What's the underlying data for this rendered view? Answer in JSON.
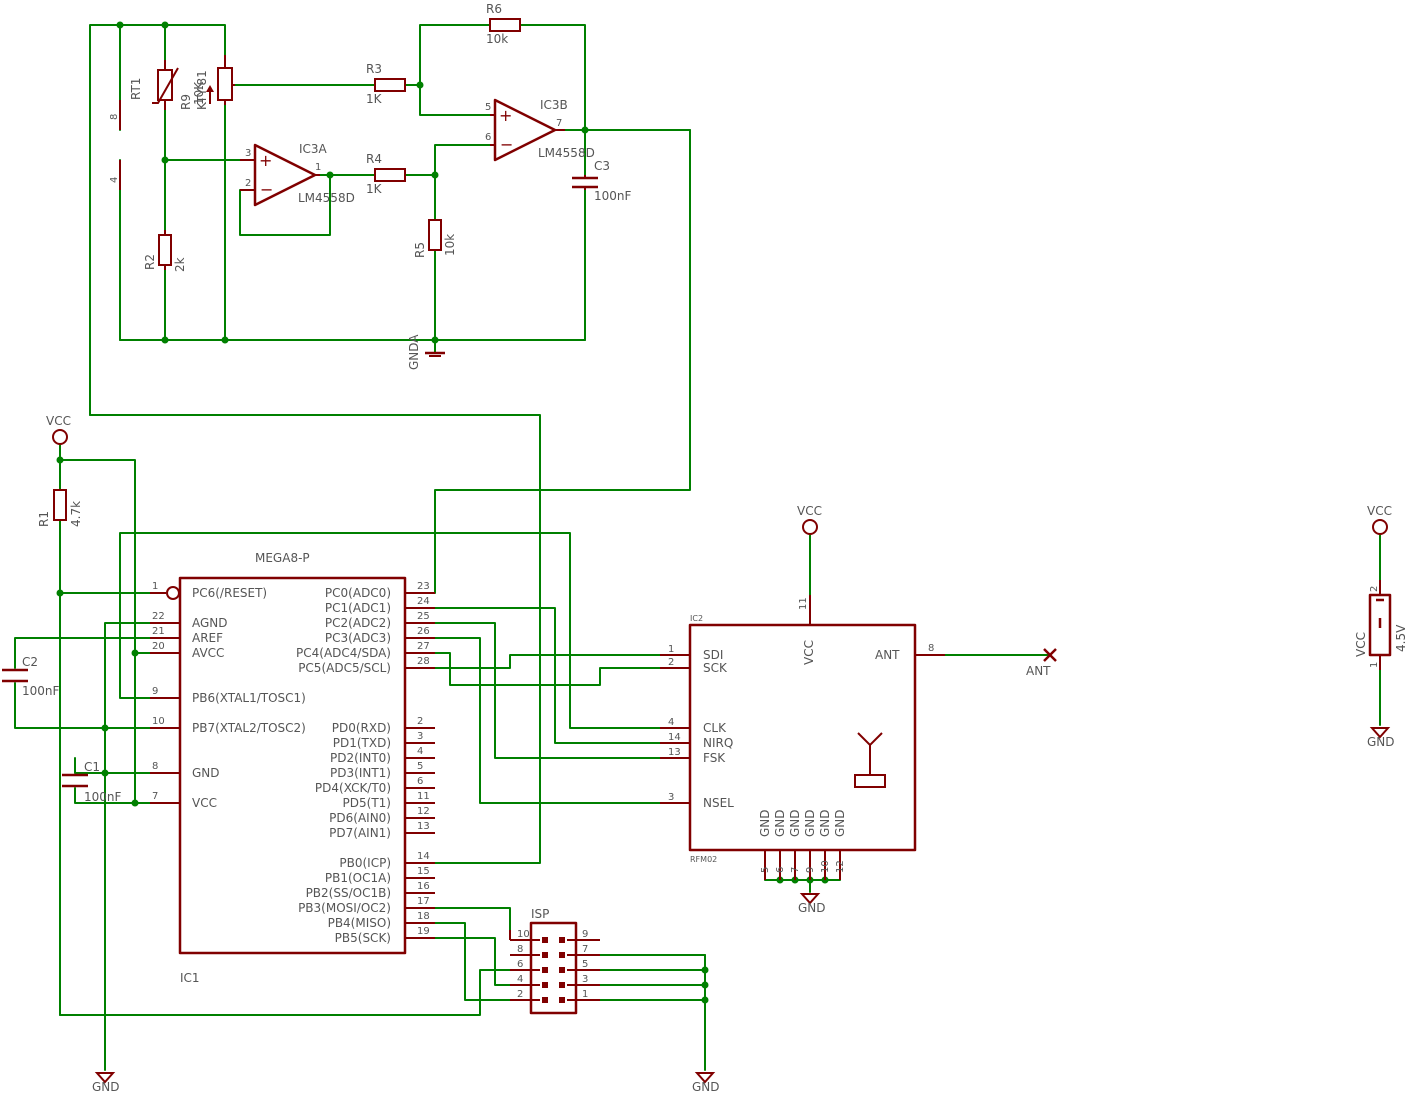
{
  "op_amps": {
    "ic3a": {
      "name": "IC3A",
      "value": "LM4558D",
      "pins": {
        "noninv": "3",
        "inv": "2",
        "out": "1"
      }
    },
    "ic3b": {
      "name": "IC3B",
      "value": "LM4558D",
      "pins": {
        "noninv": "5",
        "inv": "6",
        "out": "7"
      }
    }
  },
  "resistors": {
    "rt1": {
      "name": "RT1"
    },
    "r9": {
      "name": "R9",
      "value": "10K",
      "extra": "KTY-81"
    },
    "r2": {
      "name": "R2",
      "value": "2k"
    },
    "r3": {
      "name": "R3",
      "value": "1K"
    },
    "r4": {
      "name": "R4",
      "value": "1K"
    },
    "r5": {
      "name": "R5",
      "value": "10k"
    },
    "r6": {
      "name": "R6",
      "value": "10k"
    },
    "r1": {
      "name": "R1",
      "value": "4.7k"
    }
  },
  "capacitors": {
    "c3": {
      "name": "C3",
      "value": "100nF"
    },
    "c2": {
      "name": "C2",
      "value": "100nF"
    },
    "c1": {
      "name": "C1",
      "value": "100nF"
    }
  },
  "connector_top": {
    "pin8": "8",
    "pin4": "4"
  },
  "supplies": {
    "gnda": "GNDA",
    "vcc": "VCC",
    "gnd": "GND",
    "battery": {
      "name": "VCC",
      "value": "4.5V",
      "pin_top": "2",
      "pin_bot": "1"
    }
  },
  "mcu": {
    "title": "MEGA8-P",
    "name": "IC1",
    "left_pins": [
      {
        "num": "1",
        "label": "PC6(/RESET)"
      },
      {
        "num": "22",
        "label": "AGND"
      },
      {
        "num": "21",
        "label": "AREF"
      },
      {
        "num": "20",
        "label": "AVCC"
      },
      {
        "num": "9",
        "label": "PB6(XTAL1/TOSC1)"
      },
      {
        "num": "10",
        "label": "PB7(XTAL2/TOSC2)"
      },
      {
        "num": "8",
        "label": "GND"
      },
      {
        "num": "7",
        "label": "VCC"
      }
    ],
    "right_pins": [
      {
        "num": "23",
        "label": "PC0(ADC0)"
      },
      {
        "num": "24",
        "label": "PC1(ADC1)"
      },
      {
        "num": "25",
        "label": "PC2(ADC2)"
      },
      {
        "num": "26",
        "label": "PC3(ADC3)"
      },
      {
        "num": "27",
        "label": "PC4(ADC4/SDA)"
      },
      {
        "num": "28",
        "label": "PC5(ADC5/SCL)"
      },
      {
        "num": "2",
        "label": "PD0(RXD)"
      },
      {
        "num": "3",
        "label": "PD1(TXD)"
      },
      {
        "num": "4",
        "label": "PD2(INT0)"
      },
      {
        "num": "5",
        "label": "PD3(INT1)"
      },
      {
        "num": "6",
        "label": "PD4(XCK/T0)"
      },
      {
        "num": "11",
        "label": "PD5(T1)"
      },
      {
        "num": "12",
        "label": "PD6(AIN0)"
      },
      {
        "num": "13",
        "label": "PD7(AIN1)"
      },
      {
        "num": "14",
        "label": "PB0(ICP)"
      },
      {
        "num": "15",
        "label": "PB1(OC1A)"
      },
      {
        "num": "16",
        "label": "PB2(SS/OC1B)"
      },
      {
        "num": "17",
        "label": "PB3(MOSI/OC2)"
      },
      {
        "num": "18",
        "label": "PB4(MISO)"
      },
      {
        "num": "19",
        "label": "PB5(SCK)"
      }
    ]
  },
  "rfm": {
    "name": "IC2",
    "value": "RFM02",
    "left_pins": [
      {
        "num": "1",
        "label": "SDI"
      },
      {
        "num": "2",
        "label": "SCK"
      },
      {
        "num": "4",
        "label": "CLK"
      },
      {
        "num": "14",
        "label": "NIRQ"
      },
      {
        "num": "13",
        "label": "FSK"
      },
      {
        "num": "3",
        "label": "NSEL"
      }
    ],
    "vcc_pin": {
      "num": "11",
      "label": "VCC"
    },
    "ant_pin": {
      "num": "8",
      "label": "ANT"
    },
    "gnd_pins": [
      {
        "num": "5",
        "label": "GND"
      },
      {
        "num": "6",
        "label": "GND"
      },
      {
        "num": "7",
        "label": "GND"
      },
      {
        "num": "9",
        "label": "GND"
      },
      {
        "num": "10",
        "label": "GND"
      },
      {
        "num": "12",
        "label": "GND"
      }
    ],
    "antenna_label": "ANT"
  },
  "isp": {
    "name": "ISP",
    "left_pins": [
      "10",
      "8",
      "6",
      "4",
      "2"
    ],
    "right_pins": [
      "9",
      "7",
      "5",
      "3",
      "1"
    ]
  }
}
